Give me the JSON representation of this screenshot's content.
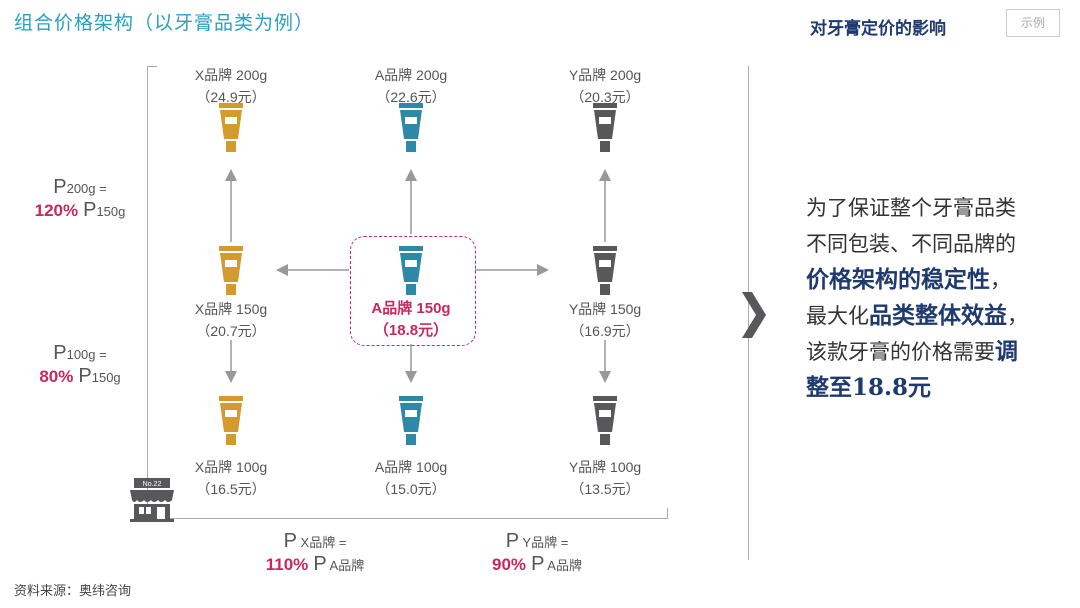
{
  "header": {
    "title": "组合价格架构（以牙膏品类为例）",
    "subtitle": "对牙膏定价的影响",
    "tag": "示例"
  },
  "colors": {
    "brand_x": "#d39a2e",
    "brand_a": "#2e88a8",
    "brand_y": "#58585a",
    "highlight": "#c8285f",
    "navy": "#1f3a6e"
  },
  "grid": [
    {
      "name": "X品牌 200g",
      "price": "（24.9元）",
      "col": 0,
      "row": 0,
      "brand": "x"
    },
    {
      "name": "A品牌 200g",
      "price": "（22.6元）",
      "col": 1,
      "row": 0,
      "brand": "a"
    },
    {
      "name": "Y品牌 200g",
      "price": "（20.3元）",
      "col": 2,
      "row": 0,
      "brand": "y"
    },
    {
      "name": "X品牌 150g",
      "price": "（20.7元）",
      "col": 0,
      "row": 1,
      "brand": "x"
    },
    {
      "name": "A品牌 150g",
      "price": "（18.8元）",
      "col": 1,
      "row": 1,
      "brand": "a",
      "highlight": true
    },
    {
      "name": "Y品牌 150g",
      "price": "（16.9元）",
      "col": 2,
      "row": 1,
      "brand": "y"
    },
    {
      "name": "X品牌 100g",
      "price": "（16.5元）",
      "col": 0,
      "row": 2,
      "brand": "x"
    },
    {
      "name": "A品牌 100g",
      "price": "（15.0元）",
      "col": 1,
      "row": 2,
      "brand": "a"
    },
    {
      "name": "Y品牌 100g",
      "price": "（13.5元）",
      "col": 2,
      "row": 2,
      "brand": "y"
    }
  ],
  "ratios": {
    "r200": {
      "p": "P",
      "sub": "200g",
      "eq": " =",
      "pct": "120%",
      "p2": "P",
      "sub2": "150g"
    },
    "r100": {
      "p": "P",
      "sub": "100g",
      "eq": " =",
      "pct": "80%",
      "p2": "P",
      "sub2": "150g"
    },
    "rx": {
      "p": "P",
      "sub": " X品牌",
      "eq": " =",
      "pct": "110%",
      "p2": "P",
      "sub2": " A品牌"
    },
    "ry": {
      "p": "P",
      "sub": " Y品牌",
      "eq": " =",
      "pct": "90%",
      "p2": "P",
      "sub2": " A品牌"
    }
  },
  "store": {
    "sign": "No.22"
  },
  "conclusion": {
    "l1": "为了保证整个牙膏品类",
    "l2": "不同包装、不同品牌的",
    "l3": "价格架构的稳定性",
    "l3b": "，",
    "l4a": "最大化",
    "l4b": "品类整体效益",
    "l4c": "，",
    "l5a": "该款牙膏的价格需要",
    "l5b": "调",
    "l6": "整至18.8元"
  },
  "source": "资料来源：奥纬咨询"
}
